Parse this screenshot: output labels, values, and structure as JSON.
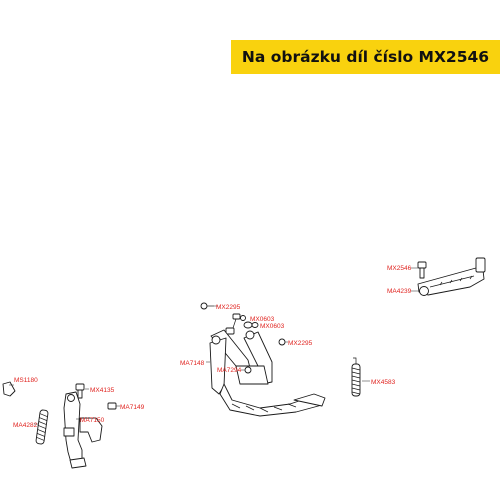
{
  "banner": {
    "text": "Na obrázku díl číslo MX2546",
    "background": "#f9d20e"
  },
  "label_color": "#e0231f",
  "labels": {
    "mx2546": "MX2546",
    "ma4239": "MA4239",
    "mx2295_top": "MX2295",
    "mx0603_a": "MX0603",
    "mx0603_b": "MX0603",
    "mx2295_right": "MX2295",
    "ma7148": "MA7148",
    "ma7294": "MA7294",
    "mx4583": "MX4583",
    "ms1180": "MS1180",
    "mx4135": "MX4135",
    "ma7150": "MA7150",
    "ma7149": "MA7149",
    "ma4282": "MA4282"
  }
}
